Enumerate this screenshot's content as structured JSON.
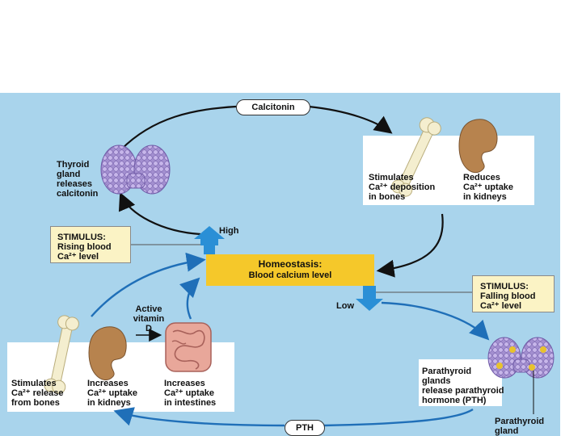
{
  "diagram": {
    "center": {
      "title": "Homeostasis:",
      "subtitle": "Blood calcium level"
    },
    "labels": {
      "high": "High",
      "low": "Low"
    },
    "hormones": {
      "top": "Calcitonin",
      "bottom": "PTH",
      "vitamin_d": "Active\nvitamin\nD"
    },
    "stimulus_rising": "STIMULUS:\nRising blood\nCa²⁺ level",
    "stimulus_falling": "STIMULUS:\nFalling blood\nCa²⁺ level",
    "thyroid": "Thyroid\ngland\nreleases\ncalcitonin",
    "top_right": {
      "bones": "Stimulates\nCa²⁺ deposition\nin bones",
      "kidneys": "Reduces\nCa²⁺ uptake\nin kidneys"
    },
    "bottom_left": {
      "bones": "Stimulates\nCa²⁺ release\nfrom bones",
      "kidneys": "Increases\nCa²⁺ uptake\nin kidneys",
      "intestines": "Increases\nCa²⁺ uptake\nin intestines"
    },
    "parathyroid": "Parathyroid\nglands\nrelease parathyroid\nhormone (PTH)",
    "parathyroid_label": "Parathyroid\ngland"
  },
  "colors": {
    "background": "#a9d4ec",
    "homeostasis_box": "#f5c82a",
    "stimulus_box": "#fbf3c5",
    "arrow_blue": "#1f6fb8",
    "cue_arrow": "#2a8fd6",
    "gland": "#a38fd0",
    "bone": "#f4eecf",
    "kidney": "#b7834e",
    "intestine": "#e8a79a"
  }
}
